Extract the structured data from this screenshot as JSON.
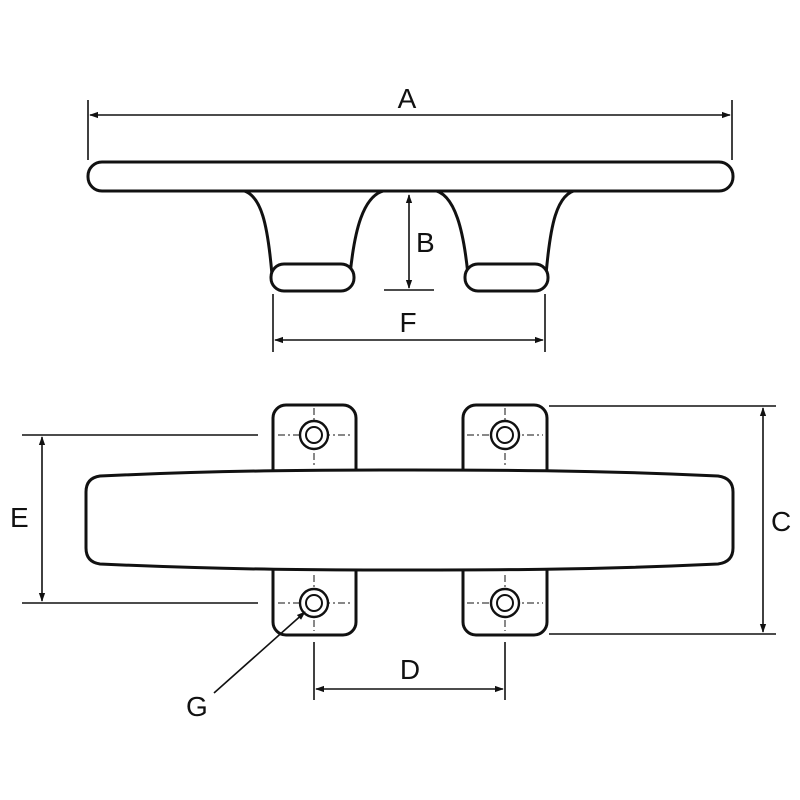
{
  "dimension_labels": {
    "a": "A",
    "b": "B",
    "c": "C",
    "d": "D",
    "e": "E",
    "f": "F",
    "g": "G"
  },
  "colors": {
    "line": "#111111",
    "background": "#ffffff"
  }
}
